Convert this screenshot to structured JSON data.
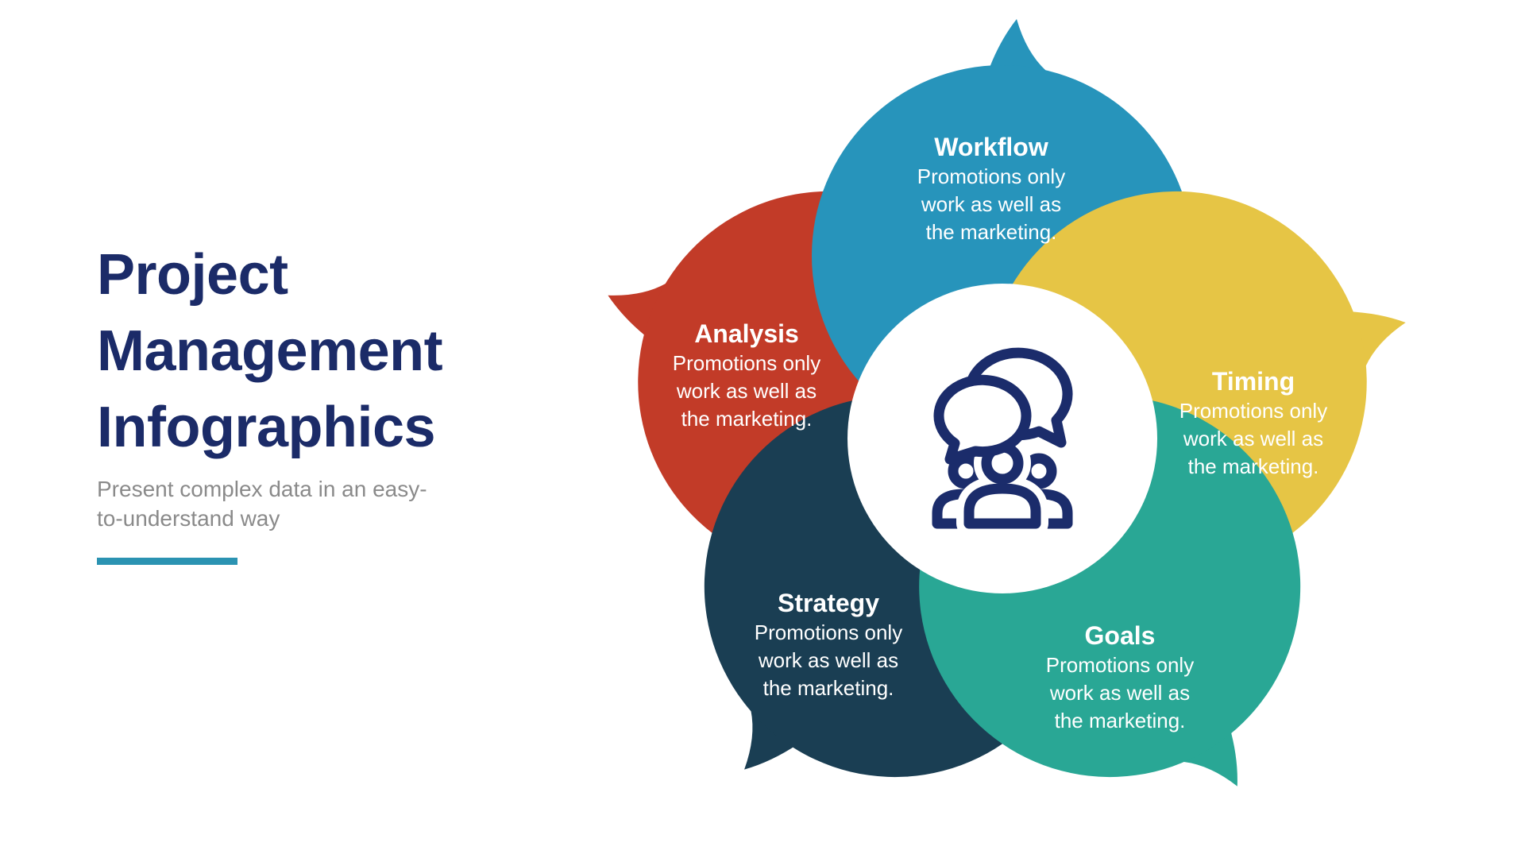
{
  "page": {
    "background": "#ffffff"
  },
  "left_panel": {
    "title_lines": [
      "Project",
      "Management",
      "Infographics"
    ],
    "title_color": "#1B2B68",
    "subtitle_text": "Present complex data in an easy-to-understand way",
    "subtitle_lines": [
      "Present complex data in an easy-",
      "to-understand way"
    ],
    "subtitle_color": "#8A8A8A",
    "divider_color": "#2B93B2"
  },
  "diagram": {
    "center_icon": "people-conversation-icon",
    "icon_color": "#1B2C6B",
    "center_circle_color": "#FFFFFF",
    "text_color": "#FFFFFF",
    "petals": [
      {
        "label": "Workflow",
        "color": "#2794BB",
        "angle": 0,
        "body_lines": [
          "Promotions only",
          "work as well as",
          "the marketing."
        ]
      },
      {
        "label": "Timing",
        "color": "#E6C545",
        "angle": 72,
        "body_lines": [
          "Promotions only",
          "work as well as",
          "the marketing."
        ]
      },
      {
        "label": "Goals",
        "color": "#29A795",
        "angle": 144,
        "body_lines": [
          "Promotions only",
          "work as well as",
          "the marketing."
        ]
      },
      {
        "label": "Strategy",
        "color": "#1A3E53",
        "angle": 216,
        "body_lines": [
          "Promotions only",
          "work as well as",
          "the marketing."
        ]
      },
      {
        "label": "Analysis",
        "color": "#C23B28",
        "angle": 288,
        "body_lines": [
          "Promotions only",
          "work as well as",
          "the marketing."
        ]
      }
    ]
  }
}
